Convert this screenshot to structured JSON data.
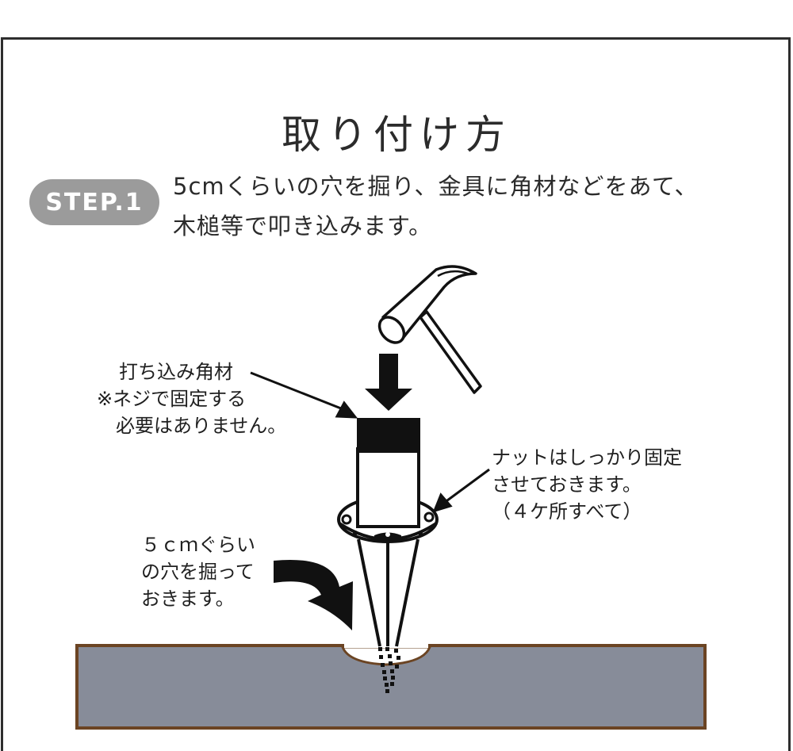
{
  "title": "取り付け方",
  "step": {
    "badge": "STEP.1",
    "lines": [
      "5cmくらいの穴を掘り、金具に角材などをあて、",
      "木槌等で叩き込みます。"
    ]
  },
  "labels": {
    "post": [
      "打ち込み角材",
      "※ネジで固定する",
      "　必要はありません。"
    ],
    "nut": [
      "ナットはしっかり固定",
      "させておきます。",
      "（４ケ所すべて）"
    ],
    "hole": [
      "５ｃｍぐらい",
      "の穴を掘って",
      "おきます。"
    ]
  },
  "colors": {
    "frame": "#2e2e2e",
    "badge": "#9b9b9b",
    "ground_fill": "#878c99",
    "ground_border": "#6b4423",
    "ink": "#111111"
  }
}
